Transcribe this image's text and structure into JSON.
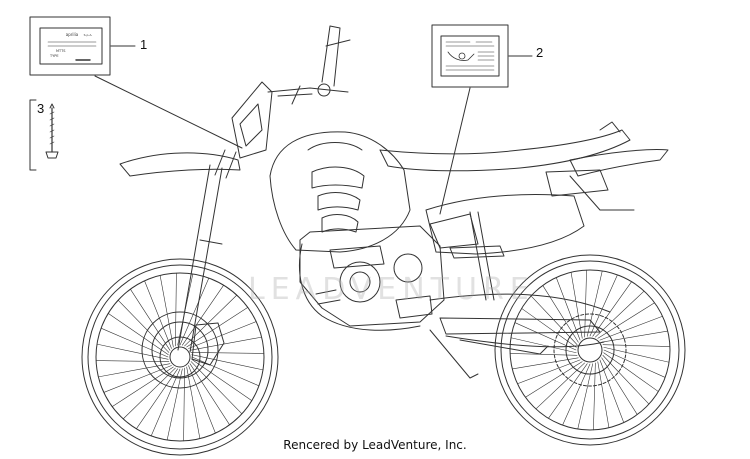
{
  "diagram": {
    "callouts": [
      {
        "id": "1",
        "label": "1"
      },
      {
        "id": "2",
        "label": "2"
      },
      {
        "id": "3",
        "label": "3"
      }
    ],
    "decal_text": [
      "aprilia",
      "S.p.A.",
      "MTTS",
      "TYPE"
    ],
    "watermark": "LEADVENTURE",
    "credit": "Rencered by LeadVenture, Inc."
  },
  "colors": {
    "line": "#333333",
    "background": "#ffffff"
  }
}
